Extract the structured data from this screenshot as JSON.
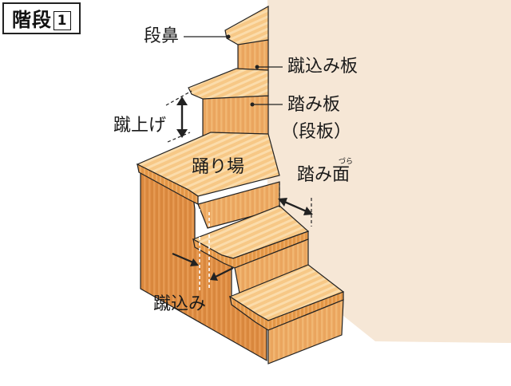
{
  "title": "階段",
  "title_number": "1",
  "labels": {
    "nosing": "段鼻",
    "riser_board": "蹴込み板",
    "tread_board": "踏み板",
    "tread_board_alt": "（段板）",
    "rise": "蹴上げ",
    "landing": "踊り場",
    "tread_depth": "踏み面",
    "tread_depth_ruby": "づら",
    "toe_space": "蹴込み"
  },
  "colors": {
    "wall": "#f6e7d6",
    "tread_top": "#f7c886",
    "tread_stripe": "#fbdcab",
    "riser": "#e9a35a",
    "riser_stripe": "#f1b672",
    "side": "#d9873d",
    "side_stripe": "#e69a52",
    "line": "#222222"
  }
}
